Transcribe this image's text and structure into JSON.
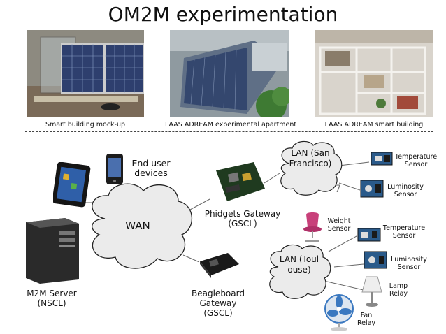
{
  "title": "OM2M experimentation",
  "photos": [
    {
      "caption": "Smart building mock-up"
    },
    {
      "caption": "LAAS ADREAM experimental apartment"
    },
    {
      "caption": "LAAS ADREAM smart building"
    }
  ],
  "diagram": {
    "end_user_devices": "End user devices",
    "wan": "WAN",
    "m2m_server": "M2M Server (NSCL)",
    "phidgets_gateway": "Phidgets Gateway (GSCL)",
    "beagleboard_gateway": "Beagleboard Gateway (GSCL)",
    "lan_sf": "LAN (San Francisco)",
    "lan_toulouse": "LAN (Toulouse)",
    "sf_sensors": [
      "Temperature Sensor",
      "Luminosity Sensor"
    ],
    "weight_sensor": "Weight Sensor",
    "toulouse_sensors": [
      "Temperature Sensor",
      "Luminosity Sensor"
    ],
    "lamp_relay": "Lamp Relay",
    "fan_relay": "Fan Relay",
    "stray_mark": "7"
  }
}
